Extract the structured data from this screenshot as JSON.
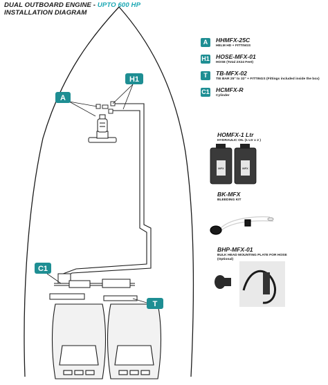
{
  "title": {
    "line1_prefix": "DUAL OUTBOARD ENGINE - ",
    "line1_accent": "UPTO 600 HP",
    "line2": "INSTALLATION DIAGRAM"
  },
  "legend": [
    {
      "badge": "A",
      "code": "HHMFX-25C",
      "desc": "HELM HD + FITTINGS"
    },
    {
      "badge": "H1",
      "code": "HOSE-MFX-01",
      "desc": "HOSE (Total 2X24 Feet)"
    },
    {
      "badge": "T",
      "code": "TB-MFX-02",
      "desc": "TIE BAR 25\" to 32\" + FITTINGS (Fittings included inside the box)"
    },
    {
      "badge": "C1",
      "code": "HCMFX-R",
      "desc": "Cylinder"
    }
  ],
  "products": [
    {
      "code": "HOMFX-1 Ltr",
      "desc": "HYDRAULIC OIL (1 Ltr x 2 )"
    },
    {
      "code": "BK-MFX",
      "desc": "BLEEDING KIT"
    },
    {
      "code": "BHP-MFX-01",
      "desc": "BULK HEAD MOUNTING PLATE FOR HOSE",
      "note": "(Optional)"
    }
  ],
  "callouts": {
    "a": "A",
    "h1": "H1",
    "c1": "C1",
    "t": "T"
  },
  "bottle_label": "MFX",
  "colors": {
    "accent": "#1aa7b3",
    "badge": "#1e8e93",
    "line": "#1a1a1a",
    "engine_fill": "#f2f2f2"
  }
}
